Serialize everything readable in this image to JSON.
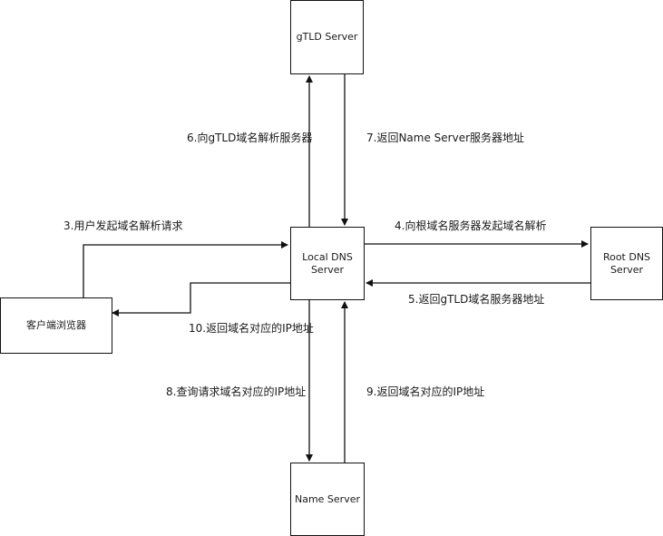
{
  "nodes": {
    "gtld": "gTLD Server",
    "local": "Local DNS\nServer",
    "root": "Root DNS\nServer",
    "client": "客户端浏览器",
    "name_server": "Name Server"
  },
  "edges": {
    "e3": "3.用户发起域名解析请求",
    "e4": "4.向根域名服务器发起域名解析",
    "e5": "5.返回gTLD域名服务器地址",
    "e6": "6.向gTLD域名解析服务器",
    "e7": "7.返回Name Server服务器地址",
    "e8": "8.查询请求域名对应的IP地址",
    "e9": "9.返回域名对应的IP地址",
    "e10": "10.返回域名对应的IP地址"
  }
}
